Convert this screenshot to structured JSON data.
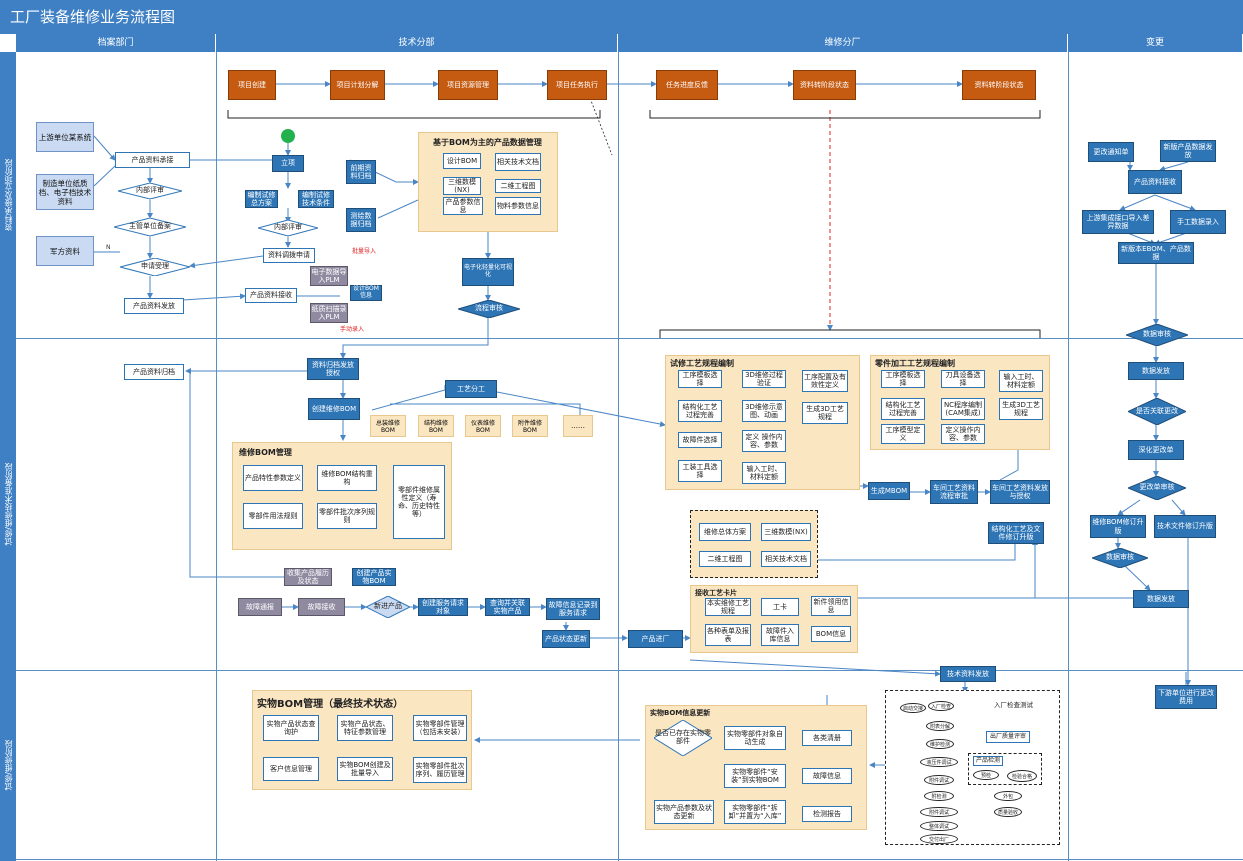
{
  "title": "工厂装备维修业务流程图",
  "lanes": [
    "档案部门",
    "技术分部",
    "维修分厂",
    "变更"
  ],
  "rows": [
    "资料承接及立项阶段",
    "试修/维修技术准备阶段",
    "试修/维修阶段"
  ],
  "side_title": "变更业务过程",
  "nodes": {
    "upstream": "上游单位某系统",
    "paper_archive": "制造单位纸质档、电子档技术资料",
    "military": "军方资料",
    "receive": "产品资料承接",
    "internal_review1": "内部评审",
    "supervisor_file": "主管单位备案",
    "apply_accept": "申请受理",
    "release": "产品资料发放",
    "archive_prod": "产品资料归档",
    "project_create": "项目创建",
    "plan_split": "项目计划分解",
    "resource_mgmt": "项目资源管理",
    "task_exec": "项目任务执行",
    "progress_feedback": "任务进度反馈",
    "stage_state1": "资料转阶段状态",
    "stage_state2": "资料转阶段状态",
    "lixiang": "立项",
    "plan_overall": "编制试修总方案",
    "plan_tech": "编制试修技术条件",
    "internal_review2": "内部评审",
    "apply_borrow": "资料调拨申请",
    "receive_prod": "产品资料接收",
    "early_archive": "前期资料归档",
    "survey_archive": "测绘数据归档",
    "e_import": "电子数据导入PLM",
    "paper_import": "纸质扫描录入PLM",
    "design_bom": "设计BOM信息",
    "batch_import": "批量导入",
    "manual_input": "手动录入",
    "pdm_title": "基于BOM为主的产品数据管理",
    "pdm_design_bom": "设计BOM",
    "pdm_tech_doc": "相关技术文档",
    "pdm_3d": "三维数模(NX)",
    "pdm_2d": "二维工程图",
    "pdm_param": "产品参数信息",
    "pdm_material": "物料参数信息",
    "digitize": "电子化轻量化可视化",
    "flow_review": "流程审核",
    "archive_release": "资料归档发放授权",
    "create_mbom": "创建维修BOM",
    "craft_split": "工艺分工",
    "assembly_bom": "总装维修BOM",
    "struct_bom": "结构维修BOM",
    "instr_bom": "仪表维修BOM",
    "accessory_bom": "附件维修BOM",
    "etc": "……",
    "mbom_mgmt_title": "维修BOM管理",
    "mbom_1": "产品特性参数定义",
    "mbom_2": "维修BOM结构重构",
    "mbom_3": "零部件维修属性定义（寿命、历史特性等）",
    "mbom_4": "零部件用法规则",
    "mbom_5": "零部件批次序列规则",
    "collect_history": "收集产品履历及状态",
    "create_inst_bom": "创建产品实物BOM",
    "fault_report": "故障通报",
    "fault_receive": "故障接收",
    "new_product": "新进产品",
    "create_service": "创建服务请求对象",
    "query_link": "查询并关联实物产品",
    "fault_record": "故障信息记录到服务请求",
    "status_update": "产品状态更新",
    "product_enter": "产品进厂",
    "trial_craft_title": "试修工艺规程编制",
    "t_template": "工序模板选择",
    "t_struct": "结构化工艺过程完善",
    "t_fault": "故障件选择",
    "t_tool": "工装工具选择",
    "t_3d_verify": "3D维修过程验证",
    "t_3d_show": "3D维修示意图、动画",
    "t_define": "定义 操作内容、参数",
    "t_hours": "输入工时、材料定额",
    "t_config": "工序配置及有效性定义",
    "t_gen3d": "生成3D工艺规程",
    "part_craft_title": "零件加工工艺规程编制",
    "p_template": "工序模板选择",
    "p_struct": "结构化工艺过程完善",
    "p_finalize": "工序模型定义",
    "p_tool": "刀具设备选择",
    "p_nc": "NC程序编制(CAM集成)",
    "p_define": "定义操作内容、参数",
    "p_hours": "输入工时、材料定额",
    "p_gen3d": "生成3D工艺规程",
    "gen_mbom": "生成MBOM",
    "shop_review": "车间工艺资料流程审批",
    "shop_release": "车间工艺资料发放与授权",
    "struct_revise": "结构化工艺及文件修订升版",
    "plan_total": "维修总体方案",
    "dash_3d": "三维数模(NX)",
    "dash_2d": "二维工程图",
    "dash_doc": "相关技术文档",
    "card_title": "接收工艺卡片",
    "c_craft": "本实维修工艺规程",
    "c_card": "工卡",
    "c_parts": "新件领用信息",
    "c_forms": "各种表单及报表",
    "c_fault": "故障件入库信息",
    "c_bom": "BOM信息",
    "tech_release": "技术资料发放",
    "ibom_title": "实物BOM信息更新",
    "ibom_q": "是否已存在实物零部件",
    "ibom_auto": "实物零部件对象自动生成",
    "ibom_install": "实物零部件“安装”到实物BOM",
    "ibom_remove": "实物零部件“拆卸”并置为“入库”",
    "ibom_param": "实物产品参数及状态更新",
    "ibom_list": "各类清册",
    "ibom_fault": "故障信息",
    "ibom_test": "检测报告",
    "final_title": "实物BOM管理（最终技术状态）",
    "f1": "实物产品状态查询护",
    "f2": "实物产品状态、特征参数管理",
    "f3": "实物零部件管理（包括未安装）",
    "f4": "客户信息管理",
    "f5": "实物BOM创建及批量导入",
    "f6": "实物零部件批次序列、履历管理",
    "inspect_title": "入厂检查测试",
    "inspect_items": [
      "启动交接",
      "入厂检查",
      "附表分解",
      "维护检测",
      "液压件调试",
      "附件调试",
      "附检测",
      "附件调试",
      "整体调试",
      "交付出厂"
    ],
    "inspect_side": [
      "出厂质量评审",
      "产品检测",
      "预检",
      "检验合格",
      "外包",
      "质量验收"
    ],
    "chg_notice": "更改通知单",
    "chg_new_data": "新版产品数据发放",
    "chg_receive": "产品资料接收",
    "chg_upstream": "上游集成接口导入差异数据",
    "chg_manual": "手工数据录入",
    "chg_new_ebom": "新版本EBOM、产品数据",
    "chg_data_review": "数据审核",
    "chg_data_release": "数据发放",
    "chg_is_affect": "是否关联更改",
    "chg_deep": "深化更改单",
    "chg_review": "更改单审核",
    "chg_bom_rev": "维修BOM修订升版",
    "chg_doc_rev": "技术文件修订升版",
    "chg_data_review2": "数据审核",
    "chg_data_release2": "数据发放",
    "chg_feedback": "下游单位进行更改费用",
    "label_n": "N"
  },
  "colors": {
    "header": "#3f80c4",
    "orange": "#c55a11",
    "blue": "#2e75b6",
    "light": "#c9daf2",
    "cream": "#fbe6c2",
    "diamond": "#6a3fa0"
  }
}
